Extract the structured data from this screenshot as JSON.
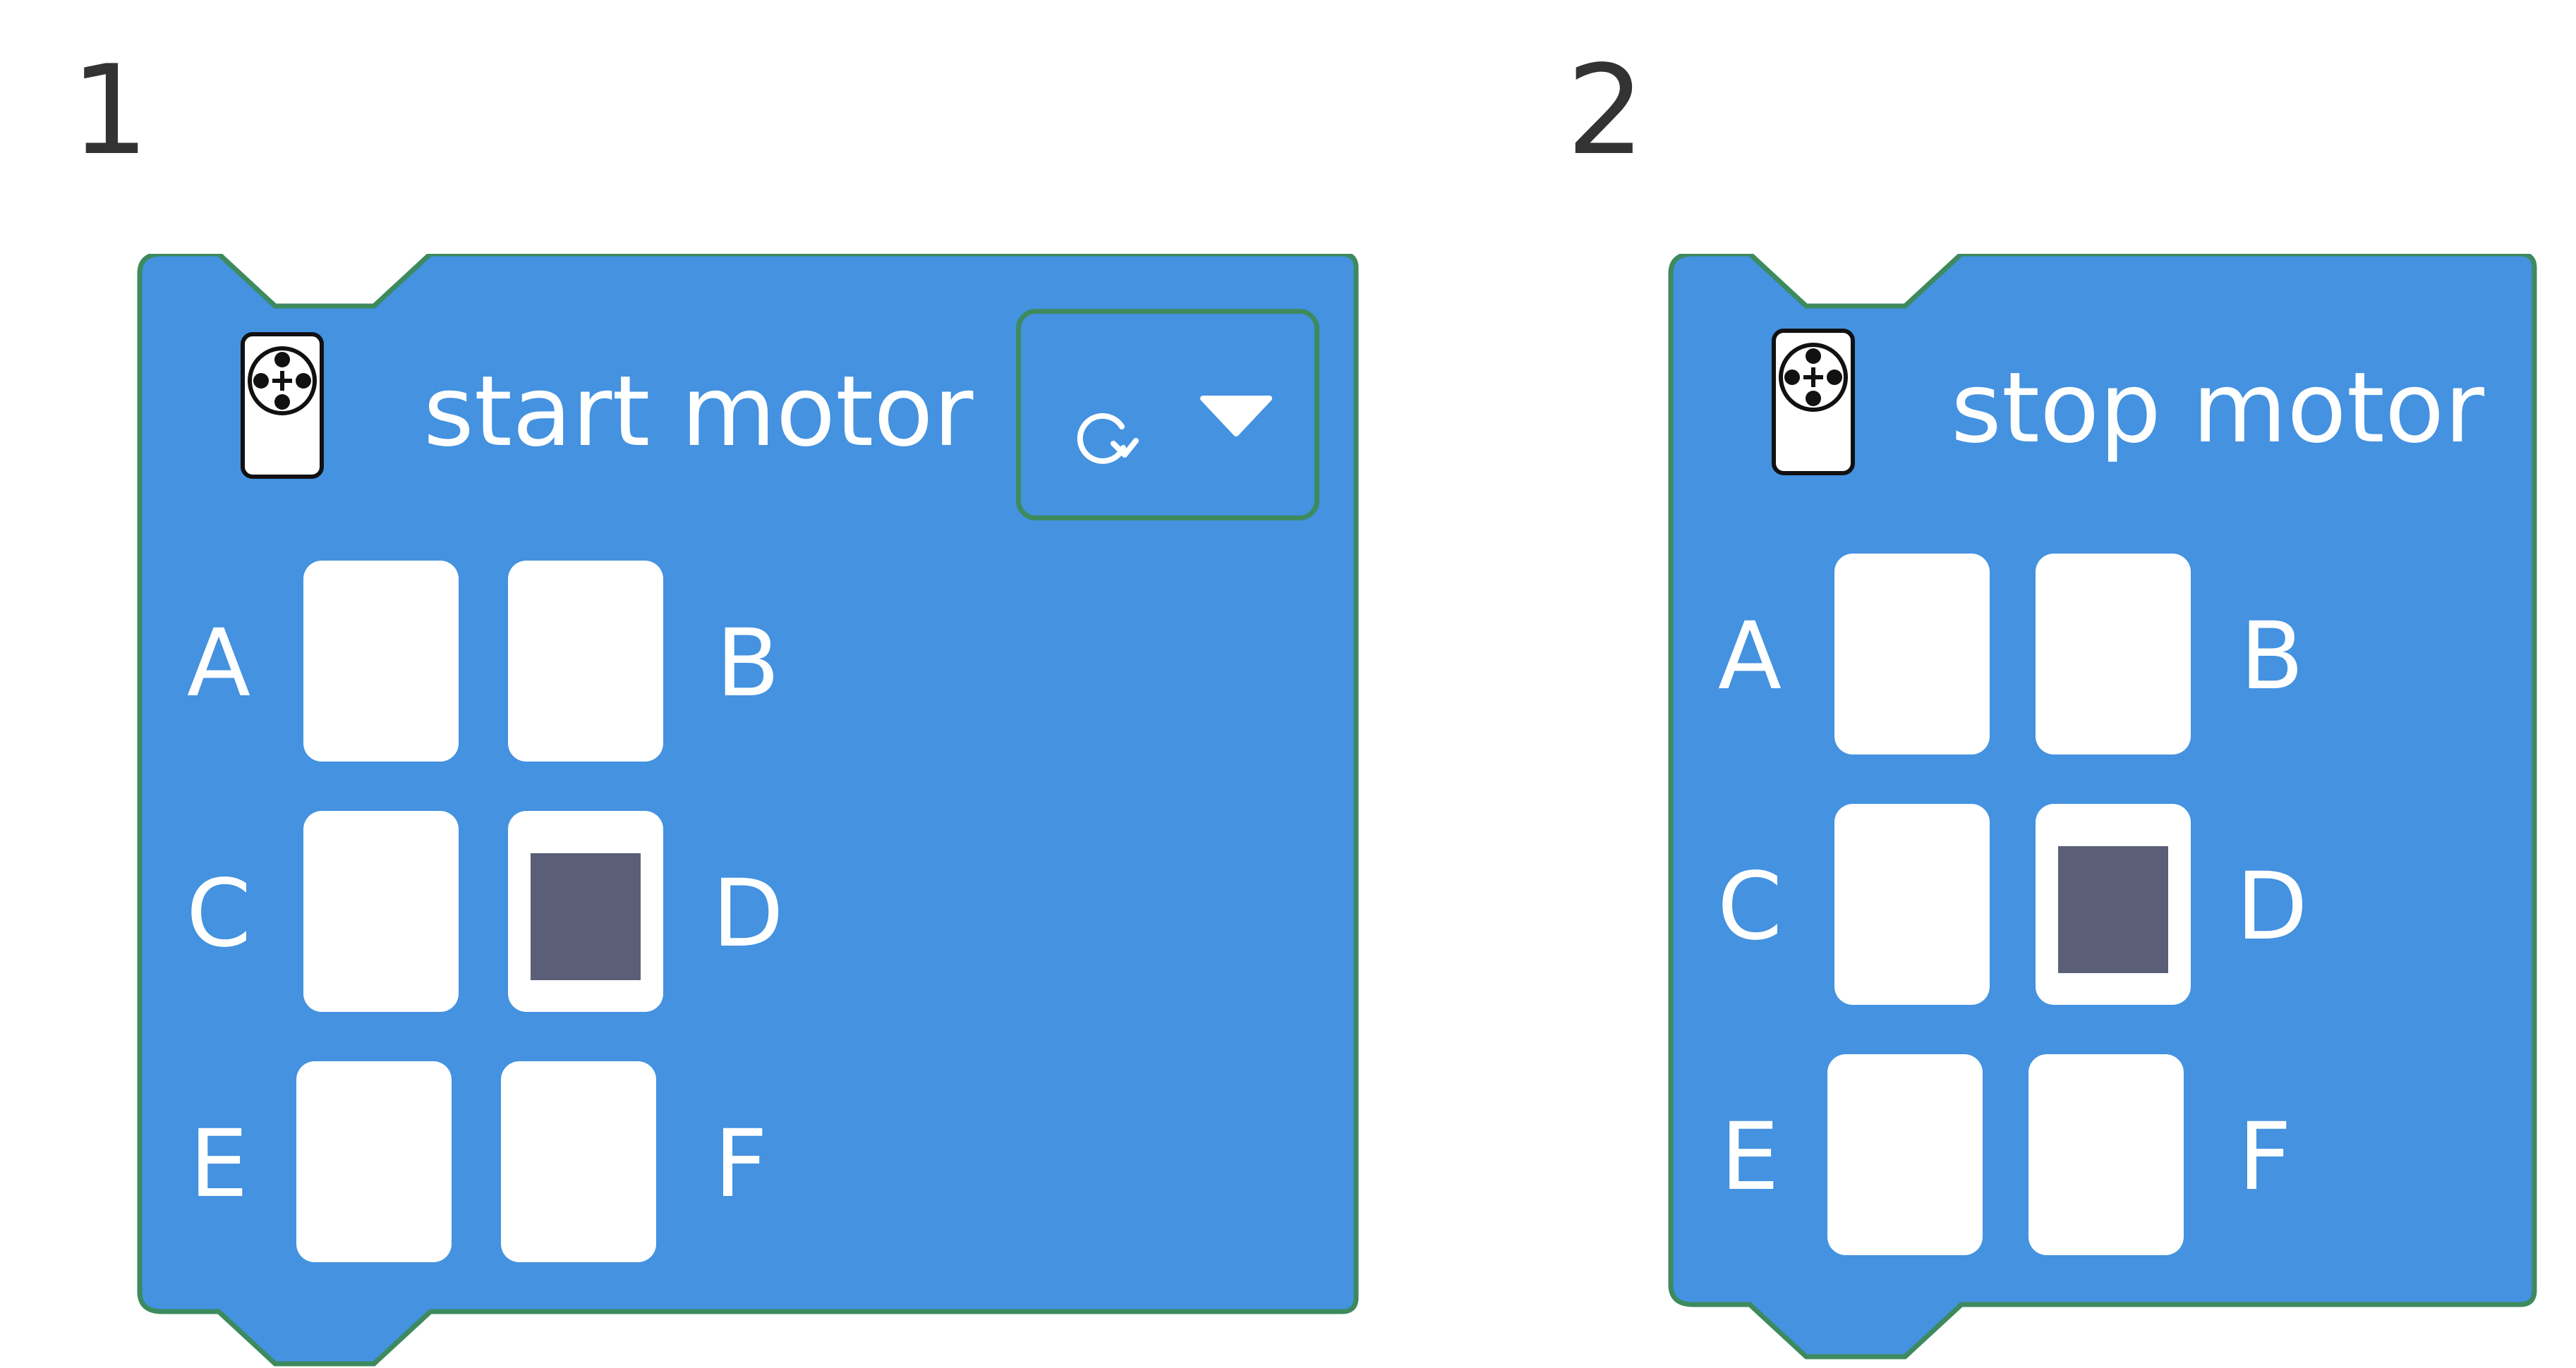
{
  "colors": {
    "block_fill": "#4492e0",
    "block_outline": "#3d8a5e",
    "port_empty": "#ffffff",
    "port_selected": "#5a5e77",
    "text": "#ffffff",
    "panel_number": "#333333"
  },
  "panels": [
    {
      "number": "1",
      "block": {
        "title": "start motor",
        "icon": "motor-icon",
        "dropdown": {
          "icon": "rotate-clockwise-icon",
          "arrow": "triangle-down-icon"
        },
        "ports": [
          {
            "label": "A",
            "selected": false
          },
          {
            "label": "B",
            "selected": false
          },
          {
            "label": "C",
            "selected": false
          },
          {
            "label": "D",
            "selected": true
          },
          {
            "label": "E",
            "selected": false
          },
          {
            "label": "F",
            "selected": false
          }
        ]
      }
    },
    {
      "number": "2",
      "block": {
        "title": "stop motor",
        "icon": "motor-icon",
        "ports": [
          {
            "label": "A",
            "selected": false
          },
          {
            "label": "B",
            "selected": false
          },
          {
            "label": "C",
            "selected": false
          },
          {
            "label": "D",
            "selected": true
          },
          {
            "label": "E",
            "selected": false
          },
          {
            "label": "F",
            "selected": false
          }
        ]
      }
    }
  ]
}
